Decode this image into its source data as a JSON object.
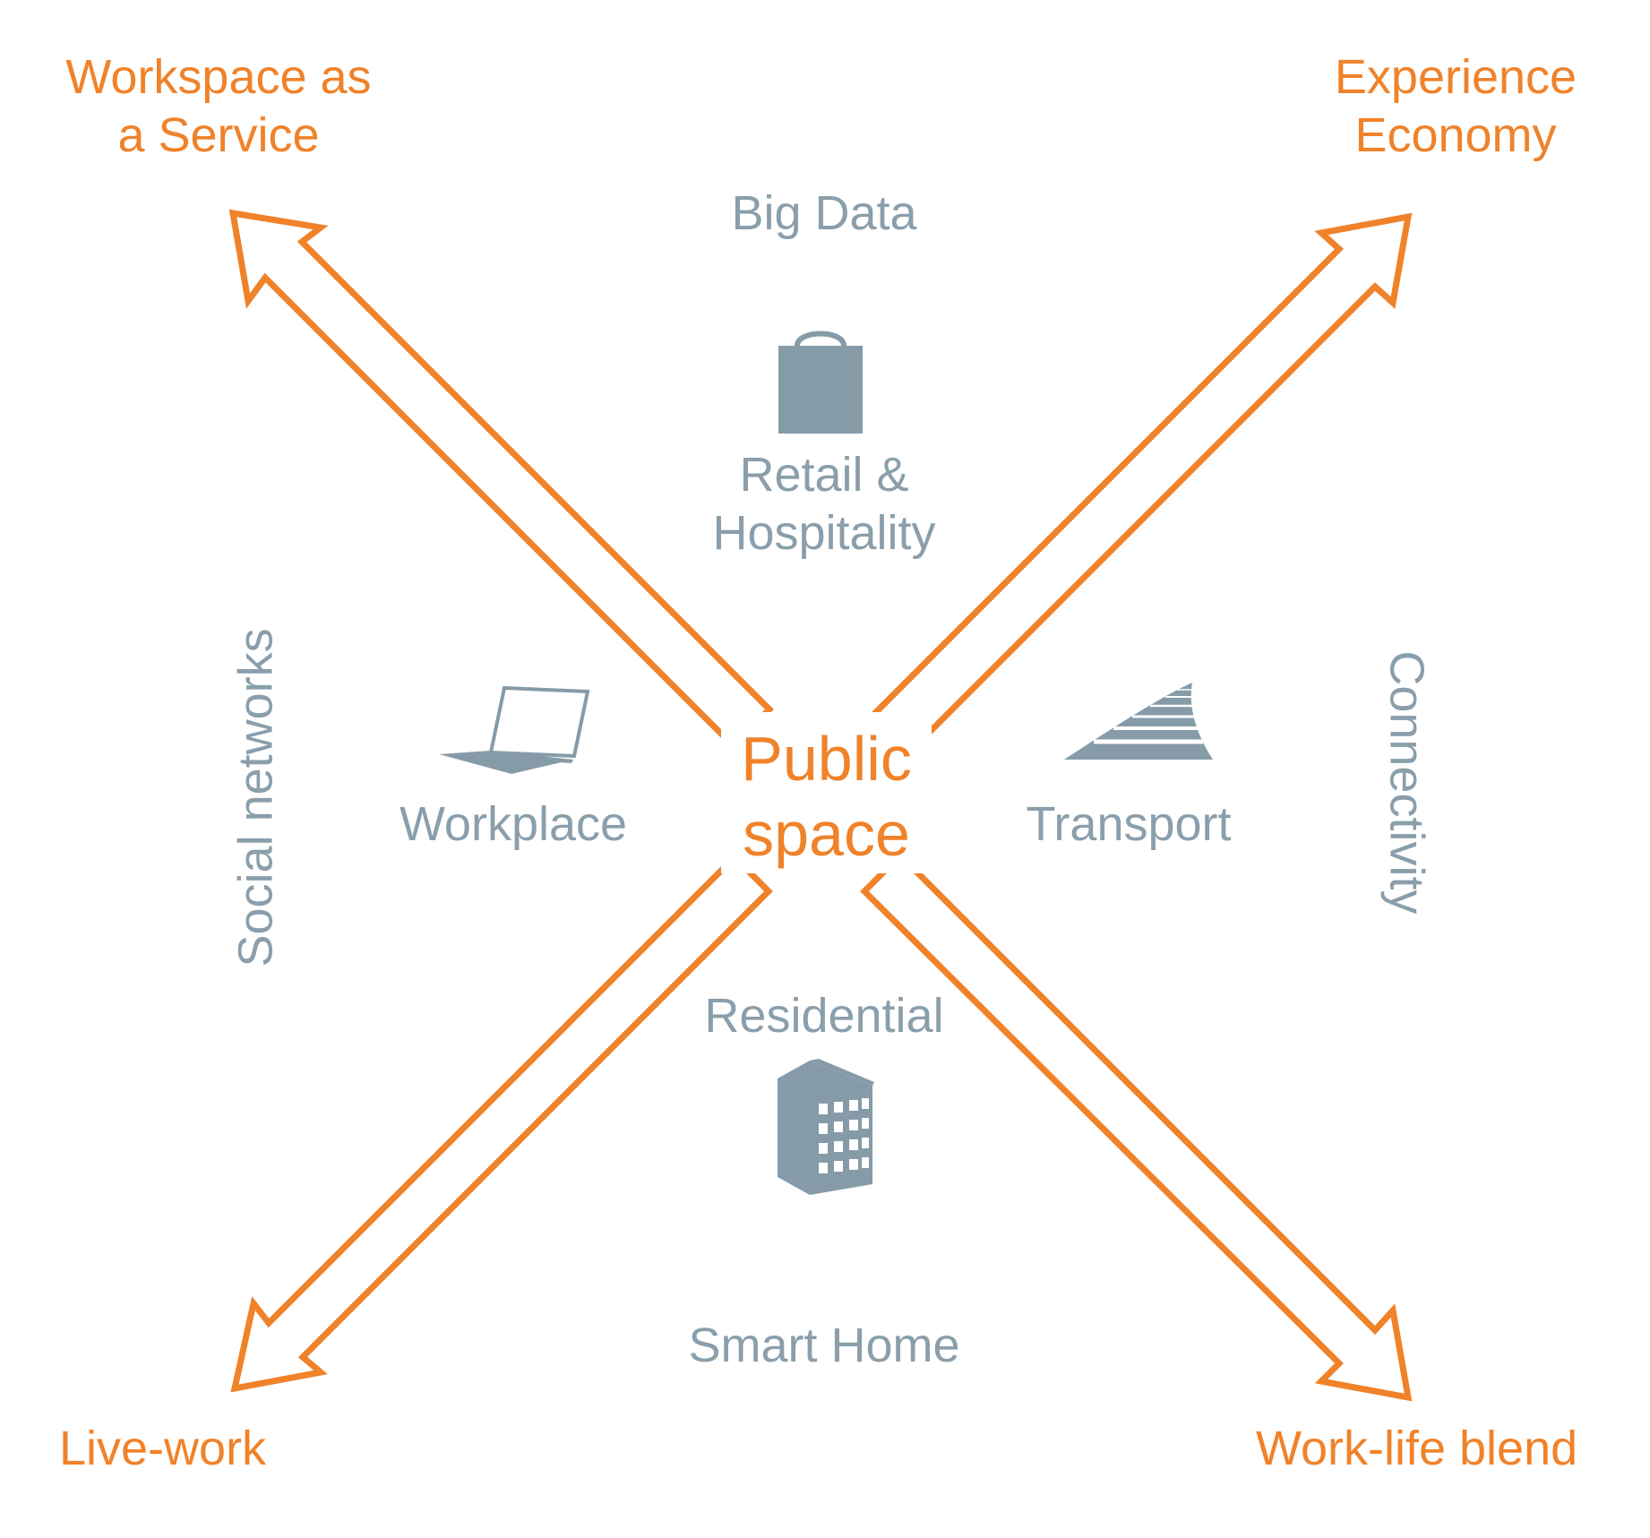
{
  "center": {
    "label": "Public\nspace"
  },
  "corners": {
    "top_left": "Workspace as\na Service",
    "top_right": "Experience\nEconomy",
    "bottom_left": "Live-work",
    "bottom_right": "Work-life blend"
  },
  "themes": {
    "top": "Big Data",
    "bottom": "Smart Home",
    "left": "Social networks",
    "right": "Connectivity"
  },
  "sectors": {
    "retail": {
      "label": "Retail &\nHospitality",
      "icon": "shopping-bag-icon"
    },
    "workplace": {
      "label": "Workplace",
      "icon": "laptop-icon"
    },
    "transport": {
      "label": "Transport",
      "icon": "railway-track-icon"
    },
    "residential": {
      "label": "Residential",
      "icon": "apartment-building-icon"
    }
  },
  "colors": {
    "accent": "#f0822a",
    "text_grey": "#8a9eab",
    "icon_grey": "#869ba8",
    "background": "#ffffff"
  }
}
